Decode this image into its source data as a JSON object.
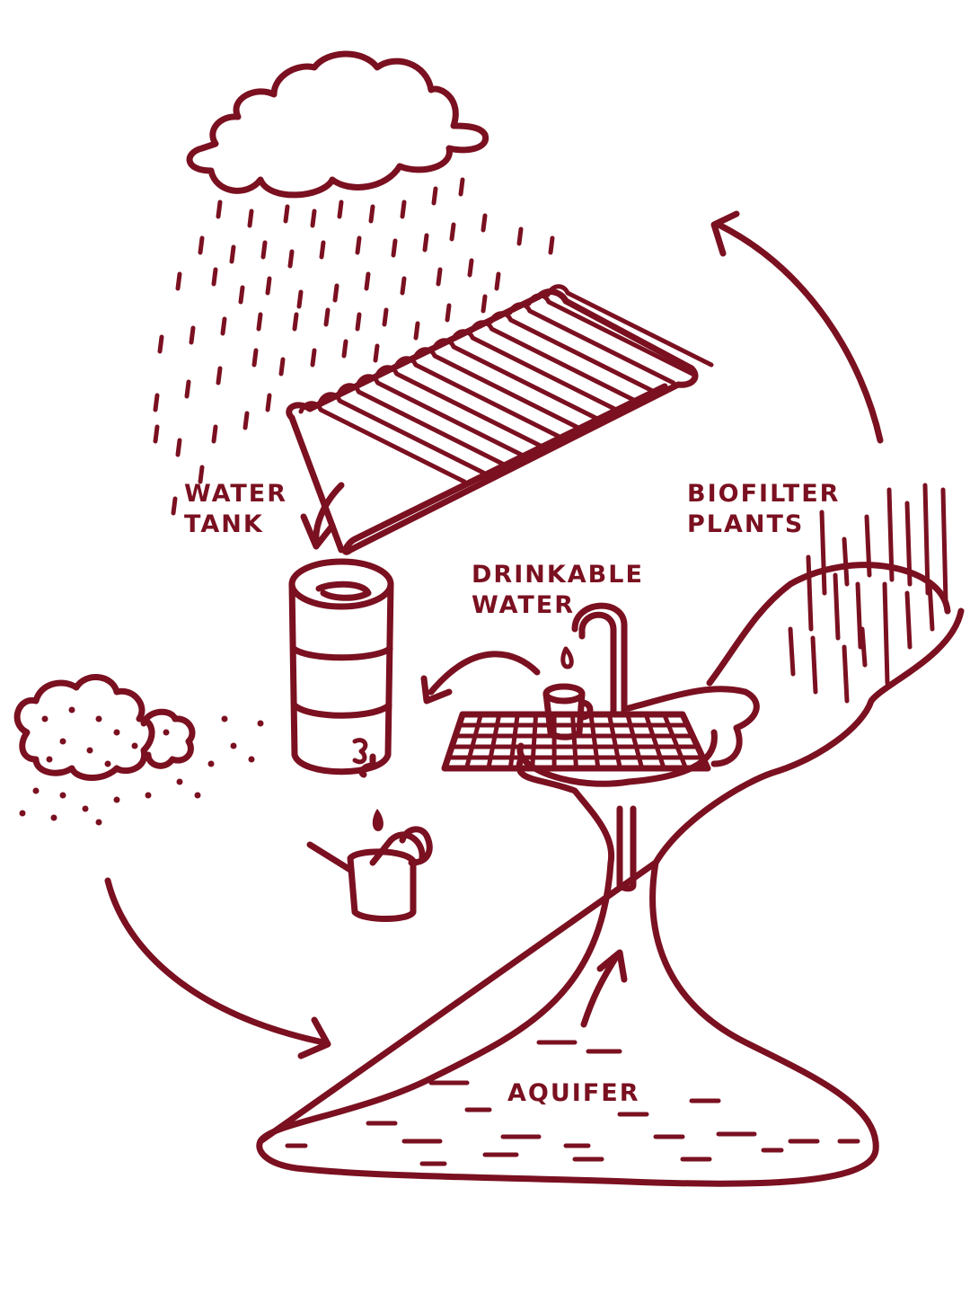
{
  "colors": {
    "ink": "#7a1020",
    "background": "#ffffff"
  },
  "labels": {
    "water_tank": [
      "WATER",
      "TANK"
    ],
    "biofilter": [
      "BiOFiLTER",
      "PLANTS"
    ],
    "drinkable": [
      "DRiNKABLE",
      "WATER"
    ],
    "aquifer": "AQUiFER"
  },
  "icons": [
    "rain-cloud",
    "corrugated-roof",
    "water-tank",
    "watering-can",
    "sink-tap",
    "cup",
    "biofilter-plants",
    "bush",
    "aquifer",
    "cycle-arrows"
  ]
}
